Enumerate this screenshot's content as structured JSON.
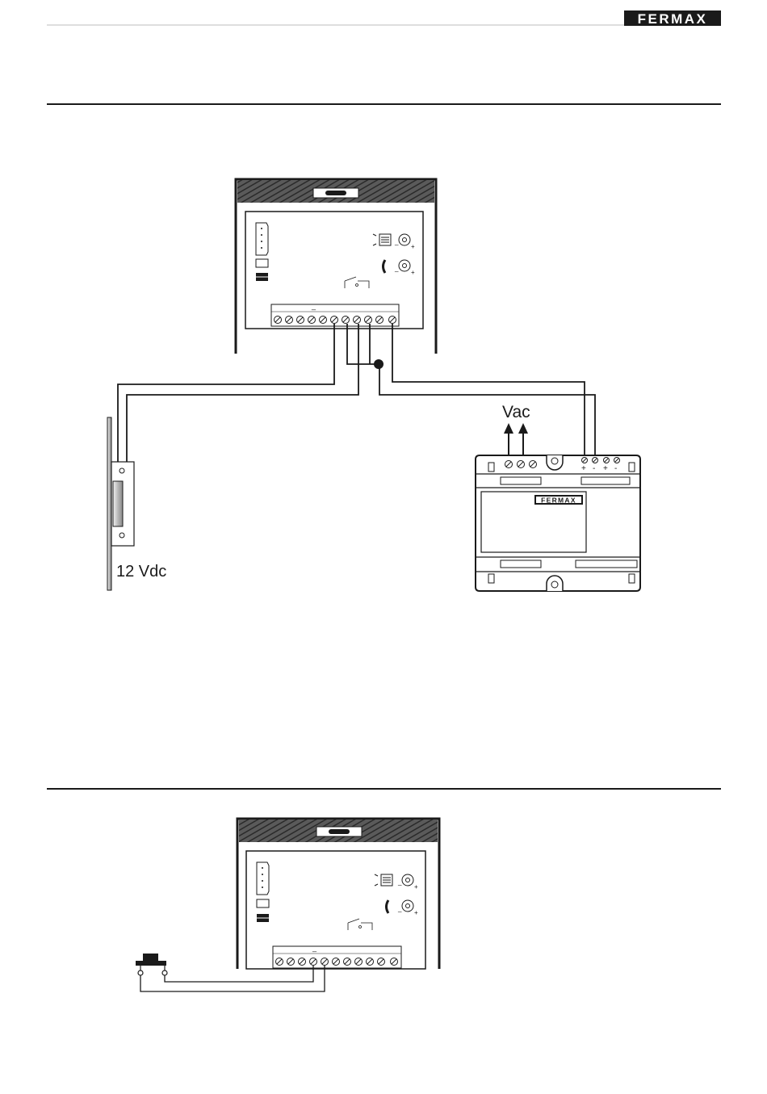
{
  "header": {
    "brand": "FERMAX"
  },
  "diagram1": {
    "lock_label": "12 Vdc",
    "supply_label": "Vac",
    "supply_brand": "FERMAX",
    "supply_terminal_signs": [
      "+",
      "-",
      "+",
      "-"
    ],
    "panel_minus_label": "_"
  },
  "diagram2": {
    "panel_minus_label": "_"
  },
  "colors": {
    "ink": "#1a1a1a",
    "background": "#ffffff"
  }
}
